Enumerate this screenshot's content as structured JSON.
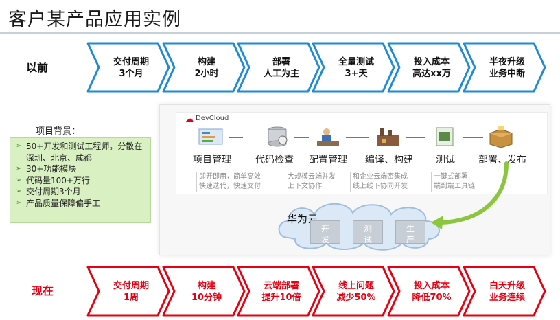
{
  "title": "客户某产品应用实例",
  "before": {
    "label": "以前",
    "items": [
      {
        "line1": "交付周期",
        "line2": "3个月"
      },
      {
        "line1": "构建",
        "line2": "2小时"
      },
      {
        "line1": "部署",
        "line2": "人工为主"
      },
      {
        "line1": "全量测试",
        "line2": "3+天"
      },
      {
        "line1": "投入成本",
        "line2": "高达xx万"
      },
      {
        "line1": "半夜升级",
        "line2": "业务中断"
      }
    ]
  },
  "now": {
    "label": "现在",
    "items": [
      {
        "line1": "交付周期",
        "line2": "1周"
      },
      {
        "line1": "构建",
        "line2": "10分钟"
      },
      {
        "line1": "云端部署",
        "line2": "提升10倍"
      },
      {
        "line1": "线上问题",
        "line2": "减少50%"
      },
      {
        "line1": "投入成本",
        "line2": "降低70%"
      },
      {
        "line1": "白天升级",
        "line2": "业务连续"
      }
    ]
  },
  "background": {
    "title": "项目背景：",
    "items": [
      "50+开发和测试工程师，分散在深圳、北京、成都",
      "30+功能模块",
      "代码量100+万行",
      "交付周期3个月",
      "产品质量保障偏手工"
    ]
  },
  "devcloud": {
    "logo": "DevCloud",
    "stages": [
      "项目管理",
      "代码检查",
      "配置管理",
      "编译、构建",
      "测试",
      "部署、发布"
    ],
    "notes": [
      [
        "即开即用，简单高效",
        "快速迭代，快速交付"
      ],
      [
        "大规模云端并发",
        "上下文协作"
      ],
      [
        "和企业云端密集成",
        "线上线下协同开发"
      ],
      [
        "一键式部署",
        "端到端工具链"
      ]
    ],
    "cloud_label": "华为云",
    "envs": [
      "开发",
      "测试",
      "生产"
    ]
  },
  "colors": {
    "before_stroke": "#1f8ad6",
    "now_stroke": "#e60012",
    "green_arrow": "#8cc63f",
    "bg_box": "#d8f0c2"
  }
}
